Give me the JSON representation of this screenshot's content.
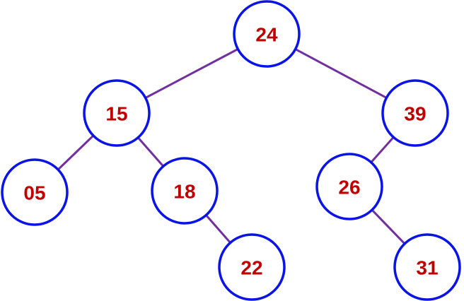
{
  "colors": {
    "edge": "#7030a0",
    "node_border": "#0a14e6",
    "node_text": "#c00000",
    "background": "#ffffff"
  },
  "tree": {
    "nodes": [
      {
        "id": "n24",
        "label": "24"
      },
      {
        "id": "n15",
        "label": "15"
      },
      {
        "id": "n39",
        "label": "39"
      },
      {
        "id": "n05",
        "label": "05"
      },
      {
        "id": "n18",
        "label": "18"
      },
      {
        "id": "n26",
        "label": "26"
      },
      {
        "id": "n22",
        "label": "22"
      },
      {
        "id": "n31",
        "label": "31"
      }
    ],
    "edges": [
      {
        "from": "n24",
        "to": "n15"
      },
      {
        "from": "n24",
        "to": "n39"
      },
      {
        "from": "n15",
        "to": "n05"
      },
      {
        "from": "n15",
        "to": "n18"
      },
      {
        "from": "n18",
        "to": "n22"
      },
      {
        "from": "n39",
        "to": "n26"
      },
      {
        "from": "n26",
        "to": "n31"
      }
    ]
  }
}
